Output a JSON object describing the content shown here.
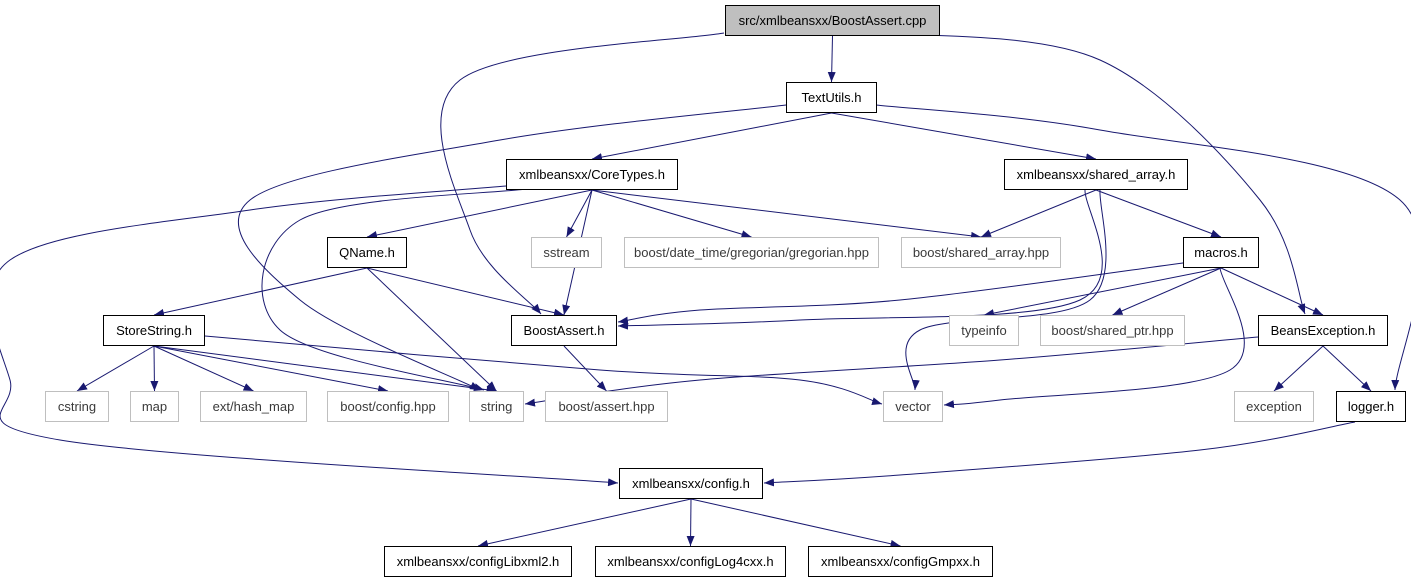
{
  "graph": {
    "nodes": [
      {
        "id": "root",
        "label": "src/xmlbeansxx/BoostAssert.cpp",
        "kind": "root"
      },
      {
        "id": "textutils",
        "label": "TextUtils.h",
        "kind": "local"
      },
      {
        "id": "coretypes",
        "label": "xmlbeansxx/CoreTypes.h",
        "kind": "local"
      },
      {
        "id": "sharedarray_h",
        "label": "xmlbeansxx/shared_array.h",
        "kind": "local"
      },
      {
        "id": "qname",
        "label": "QName.h",
        "kind": "local"
      },
      {
        "id": "sstream",
        "label": "sstream",
        "kind": "external"
      },
      {
        "id": "gregorian",
        "label": "boost/date_time/gregorian/gregorian.hpp",
        "kind": "external"
      },
      {
        "id": "boost_shared_array",
        "label": "boost/shared_array.hpp",
        "kind": "external"
      },
      {
        "id": "macros",
        "label": "macros.h",
        "kind": "local"
      },
      {
        "id": "storestring",
        "label": "StoreString.h",
        "kind": "local"
      },
      {
        "id": "boostassert_h",
        "label": "BoostAssert.h",
        "kind": "local"
      },
      {
        "id": "typeinfo",
        "label": "typeinfo",
        "kind": "external"
      },
      {
        "id": "boost_shared_ptr",
        "label": "boost/shared_ptr.hpp",
        "kind": "external"
      },
      {
        "id": "beansexception",
        "label": "BeansException.h",
        "kind": "local"
      },
      {
        "id": "cstring",
        "label": "cstring",
        "kind": "external"
      },
      {
        "id": "map",
        "label": "map",
        "kind": "external"
      },
      {
        "id": "hash_map",
        "label": "ext/hash_map",
        "kind": "external"
      },
      {
        "id": "boost_config",
        "label": "boost/config.hpp",
        "kind": "external"
      },
      {
        "id": "string",
        "label": "string",
        "kind": "external"
      },
      {
        "id": "boost_assert",
        "label": "boost/assert.hpp",
        "kind": "external"
      },
      {
        "id": "vector",
        "label": "vector",
        "kind": "external"
      },
      {
        "id": "exception",
        "label": "exception",
        "kind": "external"
      },
      {
        "id": "logger",
        "label": "logger.h",
        "kind": "local"
      },
      {
        "id": "config",
        "label": "xmlbeansxx/config.h",
        "kind": "local"
      },
      {
        "id": "cfg_libxml2",
        "label": "xmlbeansxx/configLibxml2.h",
        "kind": "local"
      },
      {
        "id": "cfg_log4cxx",
        "label": "xmlbeansxx/configLog4cxx.h",
        "kind": "local"
      },
      {
        "id": "cfg_gmpxx",
        "label": "xmlbeansxx/configGmpxx.h",
        "kind": "local"
      }
    ],
    "edges": [
      [
        "root",
        "textutils"
      ],
      [
        "root",
        "boostassert_h"
      ],
      [
        "root",
        "beansexception"
      ],
      [
        "textutils",
        "coretypes"
      ],
      [
        "textutils",
        "sharedarray_h"
      ],
      [
        "textutils",
        "string"
      ],
      [
        "textutils",
        "logger"
      ],
      [
        "coretypes",
        "qname"
      ],
      [
        "coretypes",
        "sstream"
      ],
      [
        "coretypes",
        "gregorian"
      ],
      [
        "coretypes",
        "boost_shared_array"
      ],
      [
        "coretypes",
        "boostassert_h"
      ],
      [
        "coretypes",
        "string"
      ],
      [
        "coretypes",
        "config"
      ],
      [
        "sharedarray_h",
        "boost_shared_array"
      ],
      [
        "sharedarray_h",
        "macros"
      ],
      [
        "sharedarray_h",
        "boostassert_h"
      ],
      [
        "sharedarray_h",
        "vector"
      ],
      [
        "qname",
        "storestring"
      ],
      [
        "qname",
        "boostassert_h"
      ],
      [
        "qname",
        "string"
      ],
      [
        "macros",
        "boostassert_h"
      ],
      [
        "macros",
        "typeinfo"
      ],
      [
        "macros",
        "boost_shared_ptr"
      ],
      [
        "macros",
        "beansexception"
      ],
      [
        "macros",
        "vector"
      ],
      [
        "storestring",
        "cstring"
      ],
      [
        "storestring",
        "map"
      ],
      [
        "storestring",
        "hash_map"
      ],
      [
        "storestring",
        "boost_config"
      ],
      [
        "storestring",
        "string"
      ],
      [
        "storestring",
        "vector"
      ],
      [
        "boostassert_h",
        "boost_assert"
      ],
      [
        "beansexception",
        "string"
      ],
      [
        "beansexception",
        "exception"
      ],
      [
        "beansexception",
        "logger"
      ],
      [
        "logger",
        "config"
      ],
      [
        "config",
        "cfg_libxml2"
      ],
      [
        "config",
        "cfg_log4cxx"
      ],
      [
        "config",
        "cfg_gmpxx"
      ]
    ],
    "colors": {
      "edge": "#191970",
      "local_border": "#000000",
      "external_border": "#bfbfbf",
      "root_fill": "#bfbfbf"
    }
  }
}
